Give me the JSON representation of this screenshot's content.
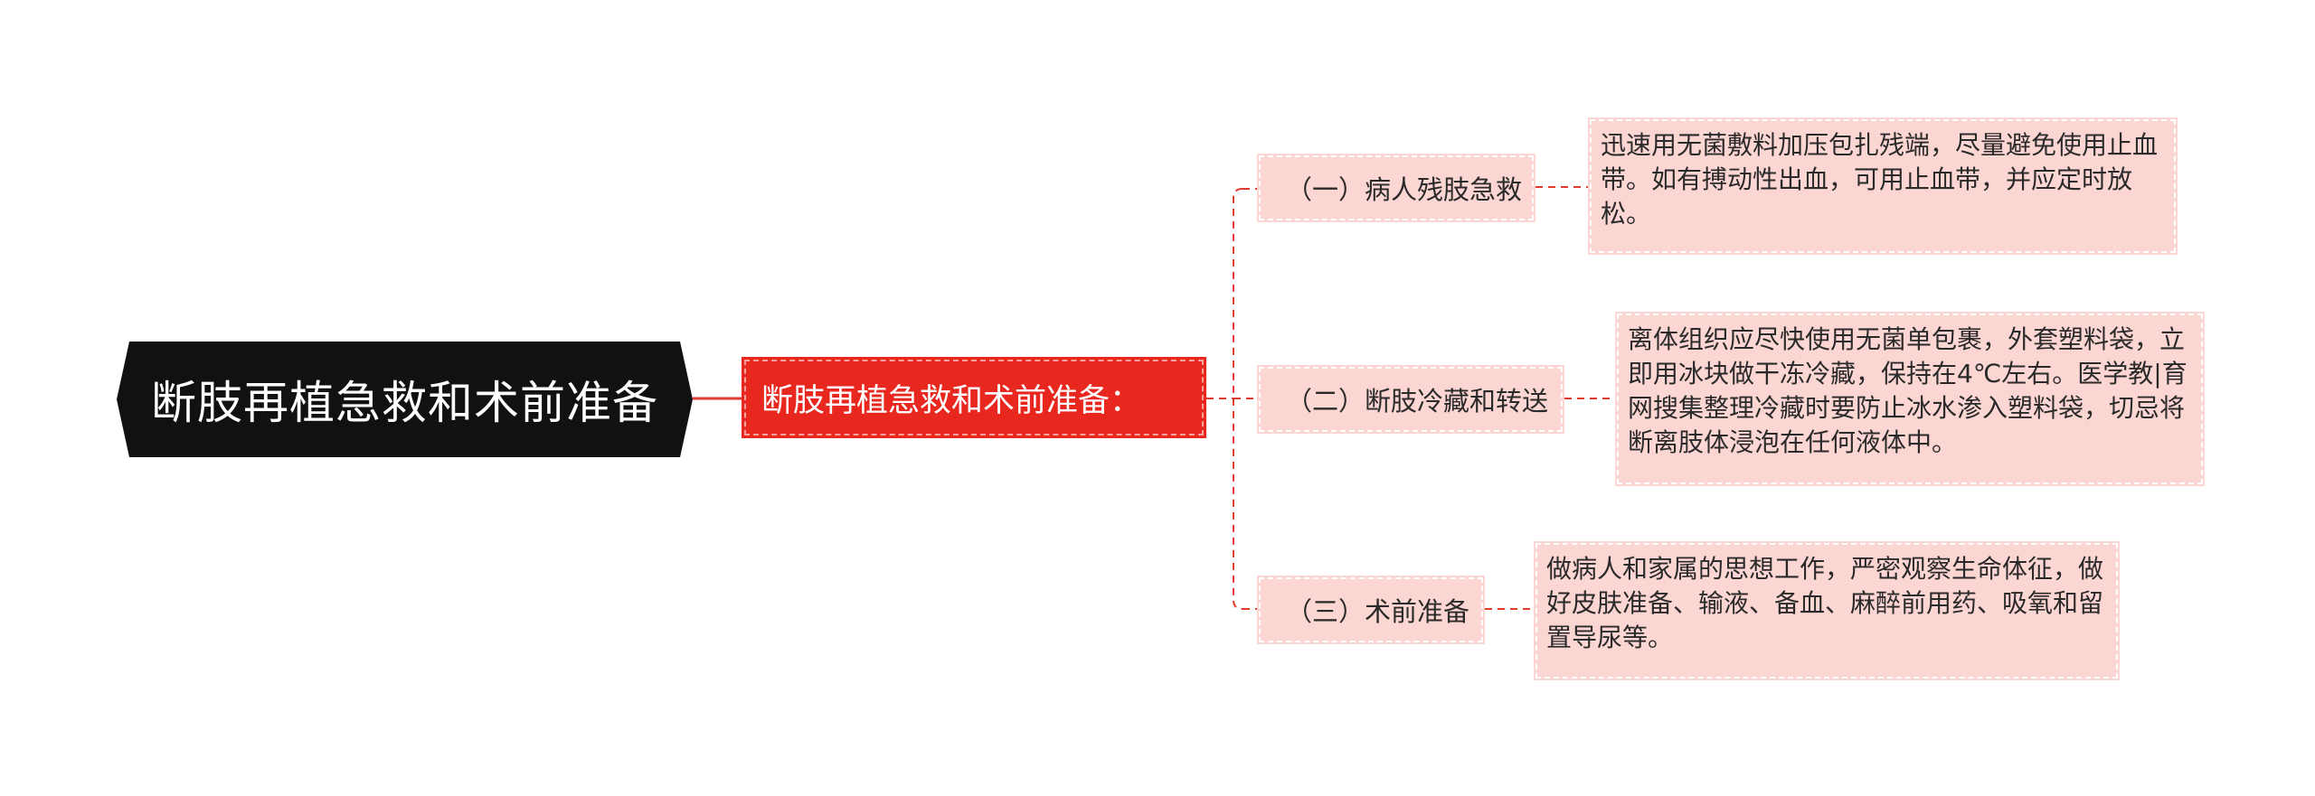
{
  "root": {
    "label": "断肢再植急救和术前准备"
  },
  "subtopic": {
    "label": "断肢再植急救和术前准备："
  },
  "branches": [
    {
      "label": "（一）病人残肢急救",
      "detail": "迅速用无菌敷料加压包扎残端，尽量避免使用止血带。如有搏动性出血，可用止血带，并应定时放松。"
    },
    {
      "label": "（二）断肢冷藏和转送",
      "detail": "离体组织应尽快使用无菌单包裹，外套塑料袋，立即用冰块做干冻冷藏，保持在4℃左右。医学教|育网搜集整理冷藏时要防止冰水渗入塑料袋，切忌将断离肢体浸泡在任何液体中。"
    },
    {
      "label": "（三）术前准备",
      "detail": "做病人和家属的思想工作，严密观察生命体征，做好皮肤准备、输液、备血、麻醉前用药、吸氧和留置导尿等。"
    }
  ],
  "colors": {
    "root_fill": "#111111",
    "subtopic_fill": "#e8281e",
    "node_fill": "#fcd6d3",
    "connector": "#e23b2f"
  }
}
